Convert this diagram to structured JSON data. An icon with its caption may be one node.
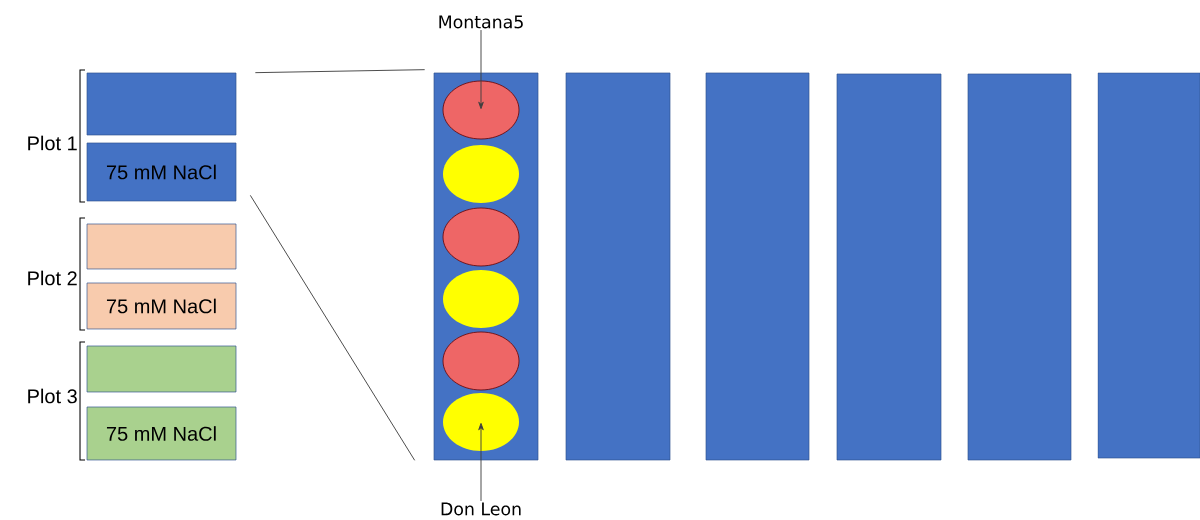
{
  "diagram": {
    "nodes": [
      {
        "text": [],
        "shape": "box"
      },
      {
        "text": [
          "75 mM NaCl"
        ]
      },
      {
        "text": [],
        "shape": "box"
      },
      {
        "text": [
          "75 mM NaCl"
        ]
      },
      {
        "text": [],
        "shape": "box"
      },
      {
        "text": [
          "75 mM NaCl"
        ]
      },
      {
        "text": [],
        "shape": "bar"
      },
      {
        "text": [],
        "shape": "bar"
      },
      {
        "text": [],
        "shape": "bar"
      },
      {
        "text": [],
        "shape": "bar"
      },
      {
        "text": [],
        "shape": "bar"
      },
      {
        "text": [],
        "shape": "bar"
      },
      {
        "text": [],
        "shape": "ellipse",
        "in": 6
      },
      {
        "text": [],
        "shape": "ellipse",
        "in": 6
      },
      {
        "text": [],
        "shape": "ellipse",
        "in": 6
      },
      {
        "text": [],
        "shape": "ellipse",
        "in": 6
      },
      {
        "text": [],
        "shape": "ellipse",
        "in": 6
      },
      {
        "text": [],
        "shape": "ellipse",
        "in": 6
      },
      {
        "text": [
          "Montana5"
        ]
      },
      {
        "text": [
          "Don Leon"
        ]
      }
    ],
    "edges": [
      {
        "from": 0,
        "to": 6,
        "arrow": "none"
      },
      {
        "from": 1,
        "to": 6,
        "arrow": "none"
      },
      {
        "from": 18,
        "to": 12,
        "arrow": "to"
      },
      {
        "from": 19,
        "to": 17,
        "arrow": "to"
      }
    ],
    "labels": [
      "Plot 1",
      "Plot 2",
      "Plot 3"
    ]
  }
}
